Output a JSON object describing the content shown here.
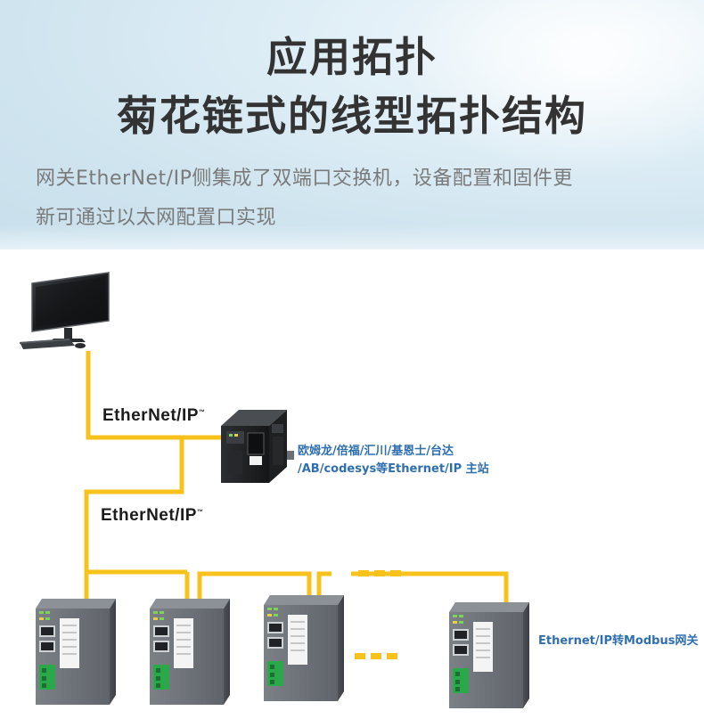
{
  "header": {
    "title_line1": "应用拓扑",
    "title_line2": "菊花链式的线型拓扑结构",
    "desc_line1": "网关EtherNet/IP侧集成了双端口交换机，设备配置和固件更",
    "desc_line2": "新可通过以太网配置口实现"
  },
  "diagram": {
    "ethernet_label_1": "EtherNet/IP",
    "ethernet_label_2": "EtherNet/IP",
    "trademark": "™",
    "master_line1": "欧姆龙/倍福/汇川/基恩士/台达",
    "master_line2": "/AB/codesys等Ethernet/IP 主站",
    "gateway_label": "Ethernet/IP转Modbus网关",
    "colors": {
      "cable": "#f7c21c",
      "label_blue": "#2f6fb0",
      "gateway_body": "#6e7379",
      "terminal_green": "#2aa84a"
    }
  }
}
